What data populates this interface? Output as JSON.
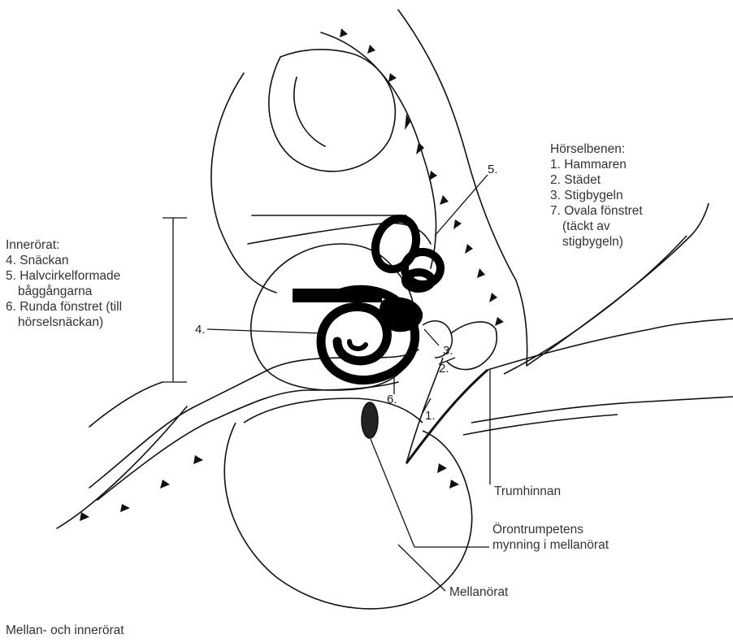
{
  "colors": {
    "ink": "#111111",
    "text": "#333333",
    "background": "#ffffff"
  },
  "ossicles": {
    "heading": "Hörselbenen:",
    "items": [
      "1. Hammaren",
      "2. Städet",
      "3. Stigbygeln",
      "7. Ovala fönstret",
      "(täckt av",
      "stigbygeln)"
    ]
  },
  "inner_ear": {
    "heading": "Innerörat:",
    "items": [
      "4. Snäckan",
      "5. Halvcirkelformade",
      "båggångarna",
      "6. Runda fönstret (till",
      "hörselsnäckan)"
    ]
  },
  "callouts": {
    "eardrum": "Trumhinnan",
    "tube_line1": "Örontrumpetens",
    "tube_line2": "mynning i mellanörat",
    "middle_ear": "Mellanörat"
  },
  "markers": [
    "1.",
    "2.",
    "3.",
    "4.",
    "5.",
    "6."
  ],
  "caption": "Mellan- och innerörat"
}
